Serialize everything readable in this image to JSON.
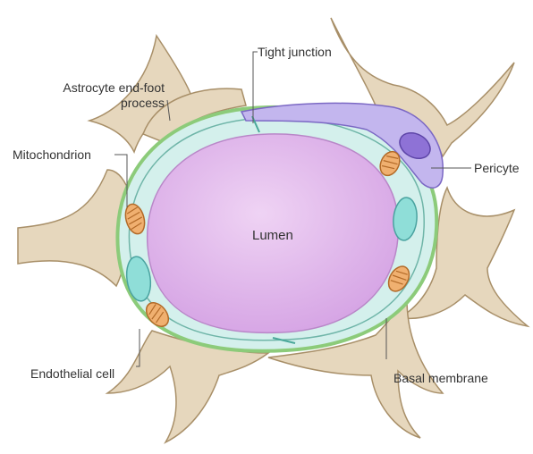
{
  "labels": {
    "tight_junction": "Tight junction",
    "astrocyte_line1": "Astrocyte end-foot",
    "astrocyte_line2": "process",
    "mitochondrion": "Mitochondrion",
    "pericyte": "Pericyte",
    "lumen": "Lumen",
    "endothelial_cell": "Endothelial cell",
    "basal_membrane": "Basal membrane"
  },
  "colors": {
    "astrocyte_fill": "#e6d7bd",
    "astrocyte_stroke": "#a88f68",
    "endothelial_fill": "#d4f0ec",
    "endothelial_stroke": "#6fb5a8",
    "basal_membrane": "#8ccb7a",
    "lumen_fill": "#dcaee8",
    "pericyte_fill": "#c3b6ee",
    "pericyte_nucleus": "#8e72d6",
    "nucleus_fill": "#8fded8",
    "mitochondrion_fill": "#f0b070",
    "leader_line": "#555555"
  }
}
